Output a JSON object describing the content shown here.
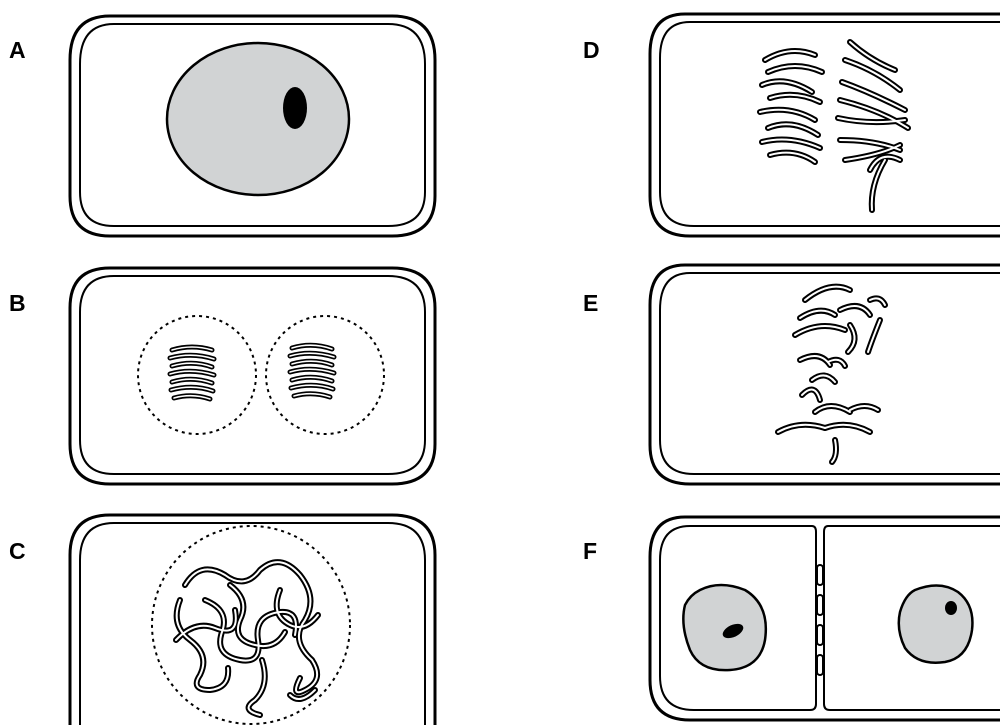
{
  "panels": {
    "a": {
      "label": "A"
    },
    "b": {
      "label": "B"
    },
    "c": {
      "label": "C"
    },
    "d": {
      "label": "D"
    },
    "e": {
      "label": "E"
    },
    "f": {
      "label": "F"
    }
  },
  "colors": {
    "outline": "#000000",
    "nucleus_fill": "#d1d3d4",
    "nucleolus": "#000000",
    "background": "#ffffff"
  }
}
